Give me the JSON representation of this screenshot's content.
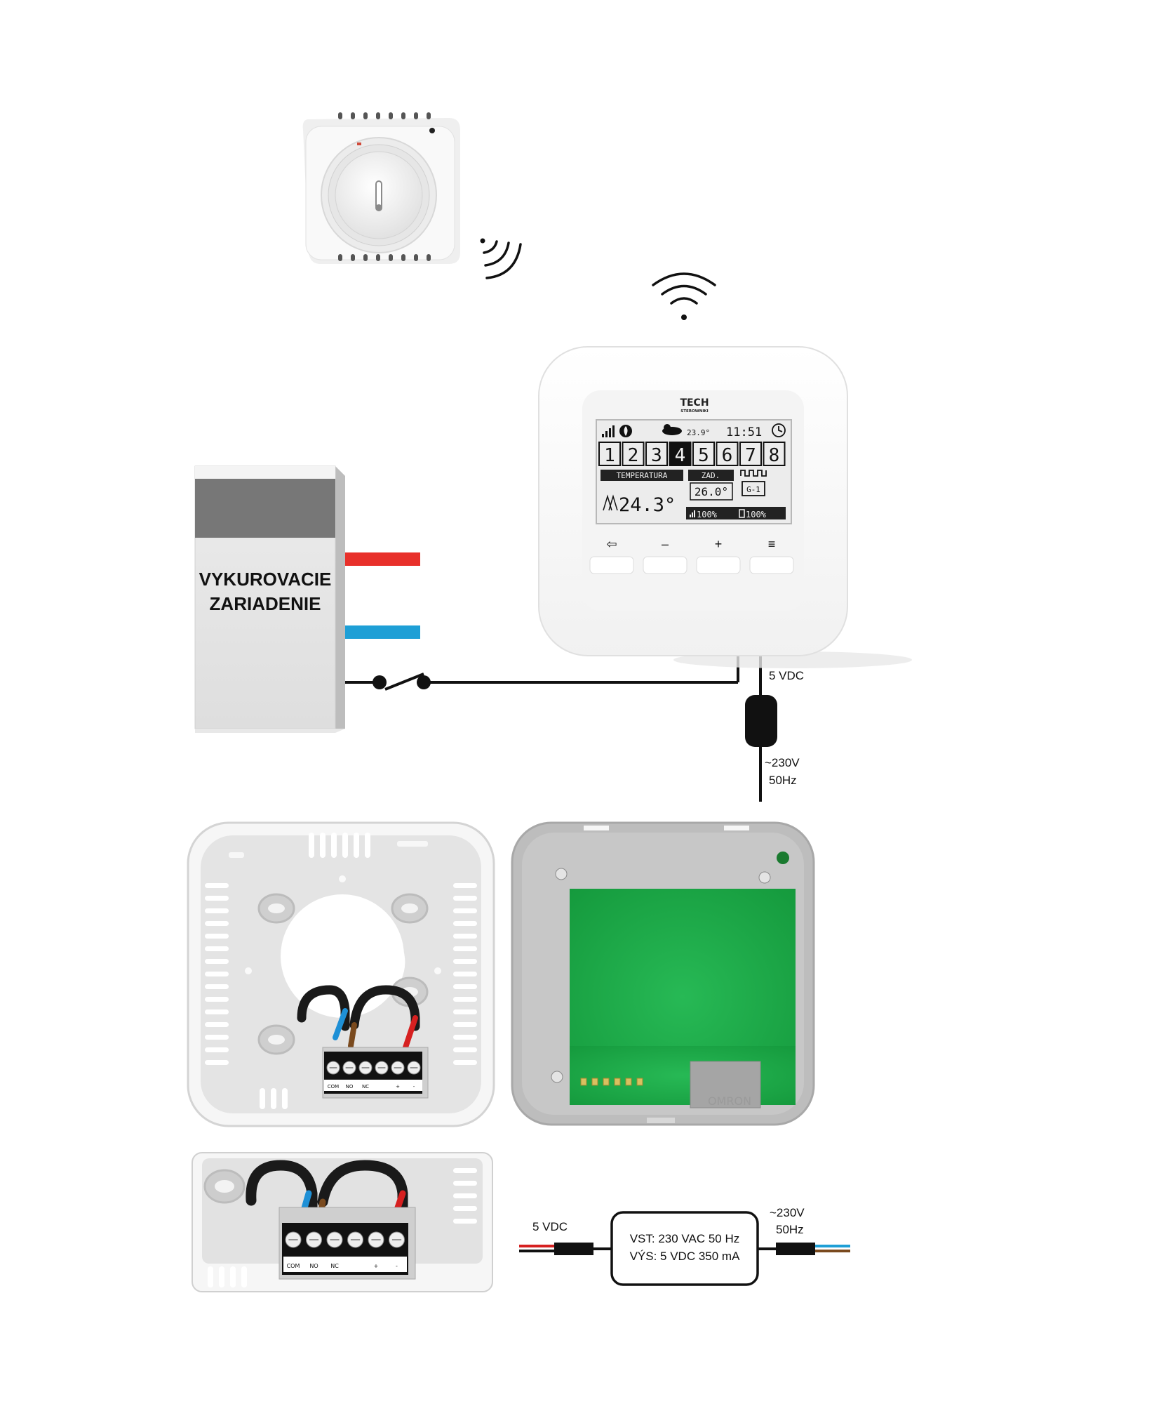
{
  "heating_device": {
    "line1": "VYKUROVACIE",
    "line2": "ZARIADENIE"
  },
  "power_labels": {
    "dc": "5 VDC",
    "ac_voltage": "~230V",
    "ac_freq": "50Hz"
  },
  "controller": {
    "brand": "TECH",
    "brand_sub": "STEROWNIKI",
    "screen": {
      "outdoor_temp": "23.9°",
      "time": "11:51",
      "zones": [
        "1",
        "2",
        "3",
        "4",
        "5",
        "6",
        "7",
        "8"
      ],
      "selected_zone": "4",
      "temp_label": "TEMPERATURA",
      "current_temp": "24.3°",
      "set_label": "ZAD.",
      "set_temp": "26.0°",
      "mode_label": "G-1",
      "signal": "100%",
      "battery": "100%"
    },
    "buttons": [
      "⇦",
      "–",
      "+",
      "≡"
    ]
  },
  "terminals": [
    "COM",
    "NO",
    "NC",
    "",
    "+",
    "-"
  ],
  "relay_brand": "OMRON",
  "adapter": {
    "input": "VST: 230 VAC 50 Hz",
    "output": "VÝS: 5 VDC 350 mA",
    "left_label": "5 VDC",
    "right_voltage": "~230V",
    "right_freq": "50Hz"
  },
  "colors": {
    "hot_pipe": "#e8302a",
    "cold_pipe": "#1e9fd6",
    "pcb": "#1fa84a",
    "wire_blue": "#1e90d6",
    "wire_brown": "#7a4a1e",
    "wire_red": "#d62020"
  }
}
